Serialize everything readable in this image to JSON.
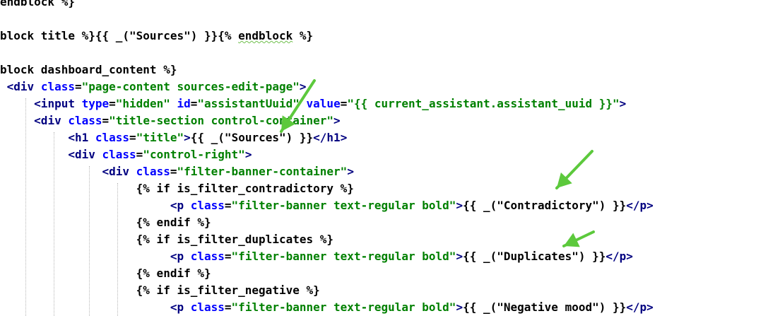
{
  "colors": {
    "background": "#ffffff",
    "text": "#000000",
    "tag": "#000080",
    "attribute": "#0000ff",
    "string": "#008000",
    "indent_guide": "#b7b7b7",
    "annotation_arrow": "#5cc93c"
  },
  "code": {
    "lines": [
      [
        {
          "t": "t",
          "v": "endblock %}"
        }
      ],
      [],
      [
        {
          "t": "t",
          "v": "block title %}{{ _(\"Sources\") }}{% "
        },
        {
          "t": "t",
          "v": "endblock",
          "s": true
        },
        {
          "t": "t",
          "v": " %}"
        }
      ],
      [],
      [
        {
          "t": "t",
          "v": "block dashboard_content %}"
        }
      ],
      [
        {
          "t": "t",
          "v": " "
        },
        {
          "t": "tag",
          "v": "<div"
        },
        {
          "t": "t",
          "v": " "
        },
        {
          "t": "attr",
          "v": "class"
        },
        {
          "t": "t",
          "v": "="
        },
        {
          "t": "str",
          "v": "\"page-content sources-edit-page\""
        },
        {
          "t": "tag",
          "v": ">"
        }
      ],
      [
        {
          "t": "t",
          "v": "     "
        },
        {
          "t": "tag",
          "v": "<input"
        },
        {
          "t": "t",
          "v": " "
        },
        {
          "t": "attr",
          "v": "type"
        },
        {
          "t": "t",
          "v": "="
        },
        {
          "t": "str",
          "v": "\"hidden\""
        },
        {
          "t": "t",
          "v": " "
        },
        {
          "t": "attr",
          "v": "id"
        },
        {
          "t": "t",
          "v": "="
        },
        {
          "t": "str",
          "v": "\"assistantUuid\""
        },
        {
          "t": "t",
          "v": " "
        },
        {
          "t": "attr",
          "v": "value"
        },
        {
          "t": "t",
          "v": "="
        },
        {
          "t": "str",
          "v": "\"{{ current_assistant.assistant_uuid }}\""
        },
        {
          "t": "tag",
          "v": ">"
        }
      ],
      [
        {
          "t": "t",
          "v": "     "
        },
        {
          "t": "tag",
          "v": "<div"
        },
        {
          "t": "t",
          "v": " "
        },
        {
          "t": "attr",
          "v": "class"
        },
        {
          "t": "t",
          "v": "="
        },
        {
          "t": "str",
          "v": "\"title-section control-container\""
        },
        {
          "t": "tag",
          "v": ">"
        }
      ],
      [
        {
          "t": "t",
          "v": "          "
        },
        {
          "t": "tag",
          "v": "<h1"
        },
        {
          "t": "t",
          "v": " "
        },
        {
          "t": "attr",
          "v": "class"
        },
        {
          "t": "t",
          "v": "="
        },
        {
          "t": "str",
          "v": "\"title\""
        },
        {
          "t": "tag",
          "v": ">"
        },
        {
          "t": "t",
          "v": "{{ _(\"Sources\") }}"
        },
        {
          "t": "tag",
          "v": "</h1>"
        }
      ],
      [
        {
          "t": "t",
          "v": "          "
        },
        {
          "t": "tag",
          "v": "<div"
        },
        {
          "t": "t",
          "v": " "
        },
        {
          "t": "attr",
          "v": "class"
        },
        {
          "t": "t",
          "v": "="
        },
        {
          "t": "str",
          "v": "\"control-right\""
        },
        {
          "t": "tag",
          "v": ">"
        }
      ],
      [
        {
          "t": "t",
          "v": "               "
        },
        {
          "t": "tag",
          "v": "<div"
        },
        {
          "t": "t",
          "v": " "
        },
        {
          "t": "attr",
          "v": "class"
        },
        {
          "t": "t",
          "v": "="
        },
        {
          "t": "str",
          "v": "\"filter-banner-container\""
        },
        {
          "t": "tag",
          "v": ">"
        }
      ],
      [
        {
          "t": "t",
          "v": "                    {% if is_filter_contradictory %}"
        }
      ],
      [
        {
          "t": "t",
          "v": "                         "
        },
        {
          "t": "tag",
          "v": "<p"
        },
        {
          "t": "t",
          "v": " "
        },
        {
          "t": "attr",
          "v": "class"
        },
        {
          "t": "t",
          "v": "="
        },
        {
          "t": "str",
          "v": "\"filter-banner text-regular bold\""
        },
        {
          "t": "tag",
          "v": ">"
        },
        {
          "t": "t",
          "v": "{{ _(\"Contradictory\") }}"
        },
        {
          "t": "tag",
          "v": "</p>"
        }
      ],
      [
        {
          "t": "t",
          "v": "                    {% endif %}"
        }
      ],
      [
        {
          "t": "t",
          "v": "                    {% if is_filter_duplicates %}"
        }
      ],
      [
        {
          "t": "t",
          "v": "                         "
        },
        {
          "t": "tag",
          "v": "<p"
        },
        {
          "t": "t",
          "v": " "
        },
        {
          "t": "attr",
          "v": "class"
        },
        {
          "t": "t",
          "v": "="
        },
        {
          "t": "str",
          "v": "\"filter-banner text-regular bold\""
        },
        {
          "t": "tag",
          "v": ">"
        },
        {
          "t": "t",
          "v": "{{ _(\"Duplicates\") }}"
        },
        {
          "t": "tag",
          "v": "</p>"
        }
      ],
      [
        {
          "t": "t",
          "v": "                    {% endif %}"
        }
      ],
      [
        {
          "t": "t",
          "v": "                    {% if is_filter_negative %}"
        }
      ],
      [
        {
          "t": "t",
          "v": "                         "
        },
        {
          "t": "tag",
          "v": "<p"
        },
        {
          "t": "t",
          "v": " "
        },
        {
          "t": "attr",
          "v": "class"
        },
        {
          "t": "t",
          "v": "="
        },
        {
          "t": "str",
          "v": "\"filter-banner text-regular bold\""
        },
        {
          "t": "tag",
          "v": ">"
        },
        {
          "t": "t",
          "v": "{{ _(\"Negative mood\") }}"
        },
        {
          "t": "tag",
          "v": "</p>"
        }
      ]
    ]
  }
}
